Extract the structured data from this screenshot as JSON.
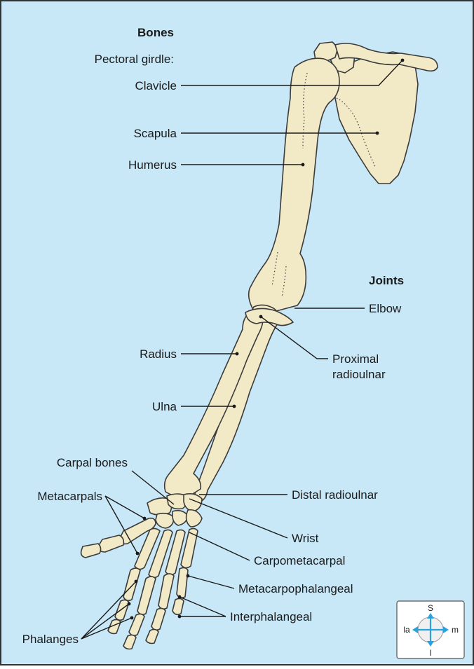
{
  "headings": {
    "bones": "Bones",
    "joints": "Joints"
  },
  "labels": {
    "pectoral_girdle": "Pectoral girdle:",
    "clavicle": "Clavicle",
    "scapula": "Scapula",
    "humerus": "Humerus",
    "radius": "Radius",
    "ulna": "Ulna",
    "carpal_bones": "Carpal bones",
    "metacarpals": "Metacarpals",
    "phalanges": "Phalanges",
    "elbow": "Elbow",
    "proximal_radioulnar_1": "Proximal",
    "proximal_radioulnar_2": "radioulnar",
    "distal_radioulnar": "Distal radioulnar",
    "wrist": "Wrist",
    "carpometacarpal": "Carpometacarpal",
    "metacarpophalangeal": "Metacarpophalangeal",
    "interphalangeal": "Interphalangeal"
  },
  "compass": {
    "superior": "S",
    "inferior": "I",
    "lateral": "la",
    "medial": "m"
  },
  "colors": {
    "background": "#c9e8f7",
    "bone_fill": "#f2e9c6",
    "outline": "#3b3b3b",
    "compass_arrow": "#29a3e0"
  }
}
